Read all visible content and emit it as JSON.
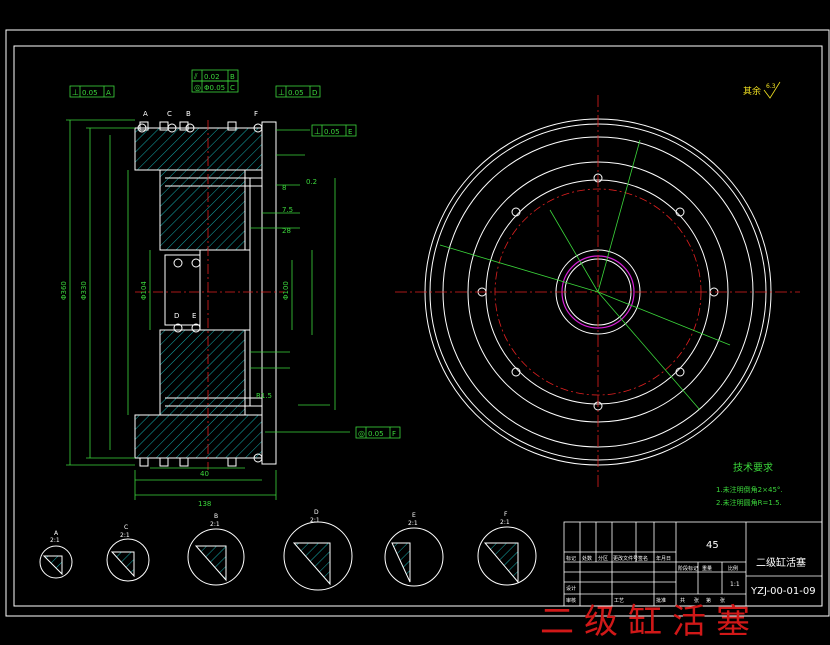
{
  "surface_roughness": {
    "label": "其余",
    "value": "6.3"
  },
  "technical_requirements": {
    "title": "技术要求",
    "items": [
      "1.未注明倒角2×45°.",
      "2.未注明圆角R=1.5."
    ]
  },
  "title_block": {
    "material": "45",
    "part_name": "二级缸活塞",
    "drawing_no": "YZJ-00-01-09",
    "scale": "1:1",
    "headers": [
      "标记",
      "处数",
      "分区",
      "更改文件号",
      "签名",
      "年月日"
    ],
    "stage_headers": [
      "阶段标记",
      "重量",
      "比例"
    ],
    "signatures": [
      "设计",
      "审核",
      "工艺",
      "批准"
    ],
    "sheet_labels": [
      "共",
      "张",
      "第",
      "张"
    ]
  },
  "watermark": "二级缸活塞",
  "section_labels": [
    "A",
    "C",
    "B",
    "D",
    "E",
    "F"
  ],
  "detail_views": [
    {
      "letter": "A",
      "scale": "2:1"
    },
    {
      "letter": "C",
      "scale": "2:1"
    },
    {
      "letter": "B",
      "scale": "2:1"
    },
    {
      "letter": "D",
      "scale": "2:1"
    },
    {
      "letter": "E",
      "scale": "2:1"
    },
    {
      "letter": "F",
      "scale": "2:1"
    }
  ],
  "dimensions": {
    "overall_width": "138",
    "hole_pcd": "Φ330",
    "hub_dia": "Φ104",
    "bore_dia": "Φ100",
    "outer_dia": "Φ360",
    "depth_1": "8",
    "depth_2": "7.5",
    "depth_3": "28",
    "depth_4": "40",
    "gap": "0.2",
    "chamfer": "R1.5"
  },
  "tolerance_frames": [
    {
      "symbol": "⊥",
      "value": "0.05",
      "datum": "A"
    },
    {
      "symbol": "⫽",
      "value": "0.02",
      "datum": "B"
    },
    {
      "symbol": "◎",
      "value": "Φ0.05",
      "datum": "C"
    },
    {
      "symbol": "⊥",
      "value": "0.05",
      "datum": "D"
    },
    {
      "symbol": "⊥",
      "value": "0.05",
      "datum": "E"
    },
    {
      "symbol": "◎",
      "value": "0.05",
      "datum": "F"
    }
  ]
}
